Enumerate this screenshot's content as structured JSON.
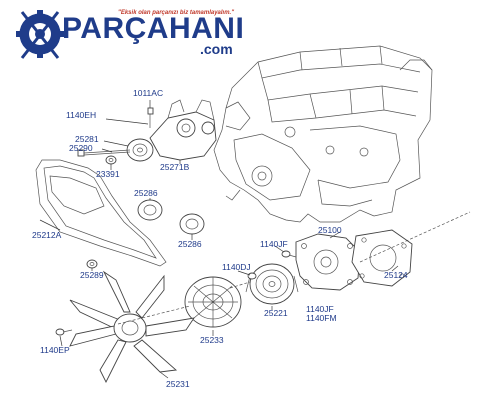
{
  "logo": {
    "main": "PARÇAHANI",
    "suffix": ".com",
    "tagline": "\"Eksik olan parçanızı biz tamamlayalım.\""
  },
  "labels": {
    "p1011AC": "1011AC",
    "p1140EH": "1140EH",
    "p25281": "25281",
    "p25290": "25290",
    "p23391": "23391",
    "p25271B": "25271B",
    "p25286a": "25286",
    "p25286b": "25286",
    "p25212A": "25212A",
    "p25289": "25289",
    "p25100": "25100",
    "p1140JFa": "1140JF",
    "p1140DJ": "1140DJ",
    "p25124": "25124",
    "p25221": "25221",
    "p1140JFb": "1140JF",
    "p1140FM": "1140FM",
    "p25233": "25233",
    "p1140EP": "1140EP",
    "p25231": "25231"
  },
  "colors": {
    "brand": "#1f3c8a",
    "tagline": "#c0392b",
    "label": "#1f3a8a"
  }
}
